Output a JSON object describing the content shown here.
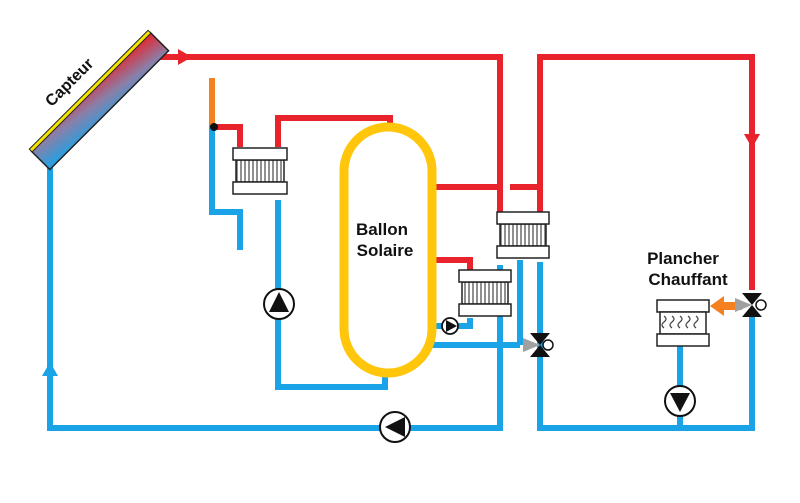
{
  "labels": {
    "collector": "Capteur",
    "tank_line1": "Ballon",
    "tank_line2": "Solaire",
    "floor_line1": "Plancher",
    "floor_line2": "Chauffant"
  },
  "colors": {
    "hot": "#e8232b",
    "cold": "#1aa3e6",
    "tank": "#ffc60b",
    "orange": "#f4801f",
    "valve": "#111111",
    "valve_grey": "#a0a0a0",
    "hx_coil": "#555555"
  },
  "icons": [
    "solar-collector-icon",
    "storage-tank-icon",
    "heat-exchanger-icon",
    "pump-icon",
    "three-way-valve-icon",
    "flow-arrow-icon",
    "radiant-floor-icon"
  ]
}
